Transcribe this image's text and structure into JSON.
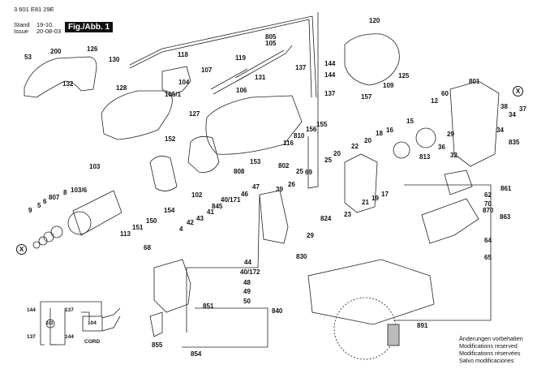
{
  "header": {
    "doc_number": "3 601 E81 29E",
    "stand_label": "Stand",
    "issue_label": "Issue",
    "stand_value": "19-10.",
    "issue_value": "20-08-03",
    "figure_badge": "Fig./Abb. 1"
  },
  "notice": [
    "Änderungen vorbehalten",
    "Modifications reserved",
    "Modifications réservées",
    "Salvo modificaciones"
  ],
  "callouts": {
    "c53": "53",
    "c200": "200",
    "c126": "126",
    "c130": "130",
    "c132": "132",
    "c128": "128",
    "c127": "127",
    "c118": "118",
    "c104": "104",
    "c119": "119",
    "c107": "107",
    "c105_1": "105/1",
    "c106": "106",
    "c805": "805",
    "c105": "105",
    "c131": "131",
    "c137a": "137",
    "c144a": "144",
    "c144b": "144",
    "c137b": "137",
    "c155": "155",
    "c156": "156",
    "c810": "810",
    "c116": "116",
    "c802": "802",
    "c153": "153",
    "c808": "808",
    "c120": "120",
    "c125": "125",
    "c109": "109",
    "c157": "157",
    "c801": "801",
    "c60": "60",
    "c12": "12",
    "c38": "38",
    "c37": "37",
    "c34a": "34",
    "c34b": "34",
    "c835": "835",
    "c29a": "29",
    "c36": "36",
    "c32": "32",
    "c813": "813",
    "c16": "16",
    "c18": "18",
    "c15": "15",
    "c20a": "20",
    "c20b": "20",
    "c22": "22",
    "c25a": "25",
    "c25b": "25",
    "c69": "69",
    "c26": "26",
    "c39": "39",
    "c21": "21",
    "c19": "19",
    "c17": "17",
    "c23": "23",
    "c824": "824",
    "c29b": "29",
    "c830": "830",
    "c152": "152",
    "c102": "102",
    "c154": "154",
    "c150": "150",
    "c151": "151",
    "c113": "113",
    "c103": "103",
    "c103_6": "103/6",
    "c9": "9",
    "c5": "5",
    "c6": "6",
    "c807": "807",
    "c8": "8",
    "c47": "47",
    "c46": "46",
    "c40_171": "40/171",
    "c845": "845",
    "c41": "41",
    "c43": "43",
    "c42": "42",
    "c4": "4",
    "c68": "68",
    "c44": "44",
    "c40_172": "40/172",
    "c48": "48",
    "c49": "49",
    "c50": "50",
    "c840": "840",
    "c851": "851",
    "c855": "855",
    "c854": "854",
    "c861": "861",
    "c62": "62",
    "c70": "70",
    "c870": "870",
    "c863": "863",
    "c64": "64",
    "c65": "65",
    "c891": "891"
  },
  "circuit": {
    "left_top": "144",
    "left_bottom": "137",
    "right_top": "137",
    "right_bottom": "144",
    "motor": "103",
    "switch": "104",
    "cord": "CORD"
  },
  "reference_marks": {
    "x_mark": "X"
  }
}
